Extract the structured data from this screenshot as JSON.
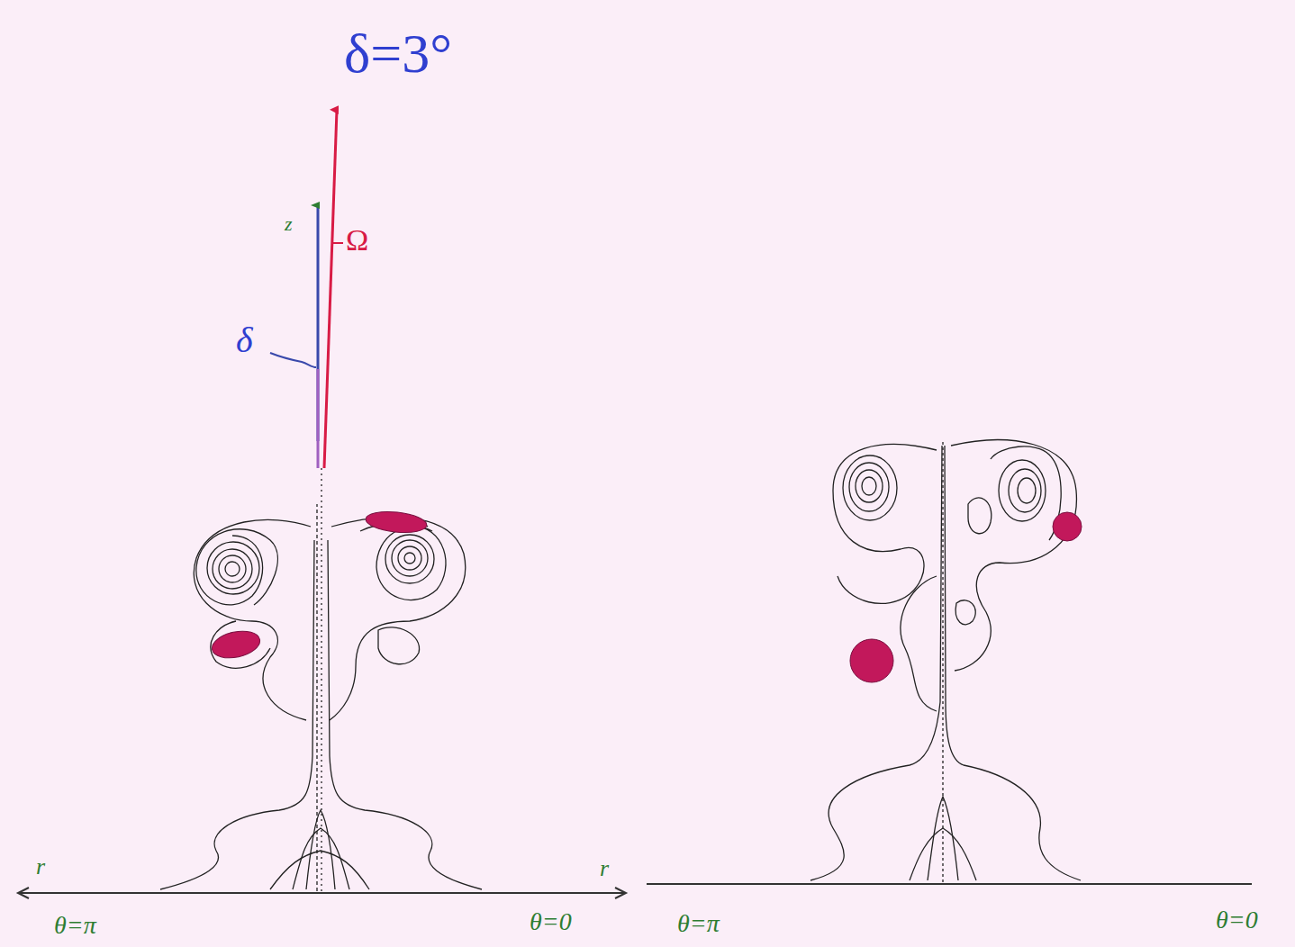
{
  "diagram": {
    "labels": [
      "δ=3°",
      "z",
      "Ω",
      "δ",
      "r",
      "r",
      "θ=π",
      "θ=0",
      "θ=π",
      "θ=0"
    ]
  }
}
